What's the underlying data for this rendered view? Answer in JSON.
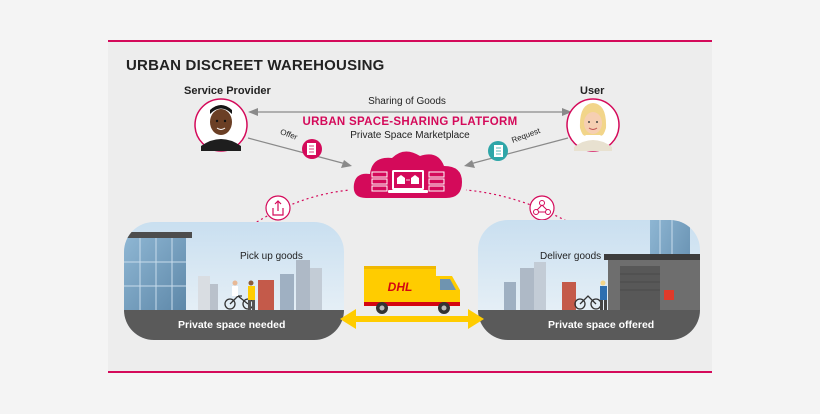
{
  "title": "URBAN DISCREET WAREHOUSING",
  "actors": {
    "service_provider": "Service Provider",
    "user": "User"
  },
  "flows": {
    "sharing": "Sharing of Goods",
    "offer": "Offer",
    "request": "Request"
  },
  "platform": {
    "name": "URBAN SPACE-SHARING PLATFORM",
    "subtitle": "Private Space Marketplace"
  },
  "scenes": {
    "left_action": "Pick up goods",
    "right_action": "Deliver goods",
    "left_caption": "Private space needed",
    "right_caption": "Private space offered"
  },
  "truck_logo": "DHL",
  "colors": {
    "accent": "#d40a5a",
    "teal": "#2ea6a8",
    "dhl_yellow": "#ffcc00",
    "dhl_red": "#d40511"
  },
  "icons": [
    "service-provider-avatar",
    "user-avatar",
    "offer-document-icon",
    "request-document-icon",
    "cloud-platform-icon",
    "upload-icon",
    "network-icon",
    "delivery-truck"
  ]
}
